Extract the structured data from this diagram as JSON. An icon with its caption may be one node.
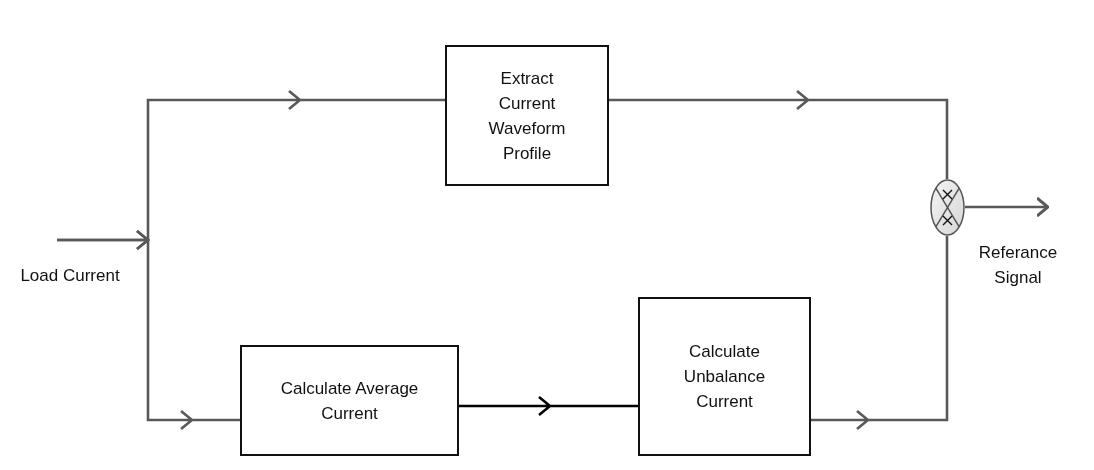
{
  "diagram": {
    "nodes": [
      {
        "text": [
          "Extract Current Waveform Profile"
        ]
      },
      {
        "text": [
          "Load Current"
        ]
      },
      {
        "text": [
          "Calculate Average Current"
        ]
      },
      {
        "text": [
          "Calculate Unbalance Current"
        ]
      },
      {
        "text": [],
        "shape": "circle"
      }
    ],
    "edges": [
      {
        "from": 1,
        "to": 0,
        "arrow": "to"
      },
      {
        "from": 1,
        "to": 2,
        "arrow": "to"
      },
      {
        "from": 2,
        "to": 3,
        "arrow": "to",
        "color": "#000000"
      },
      {
        "from": 0,
        "to": 4,
        "arrow": "to"
      },
      {
        "from": 3,
        "to": 4,
        "arrow": "to"
      },
      {
        "from": 4,
        "to": null,
        "arrow": "to"
      }
    ],
    "labels": [
      "Referance Signal"
    ]
  }
}
